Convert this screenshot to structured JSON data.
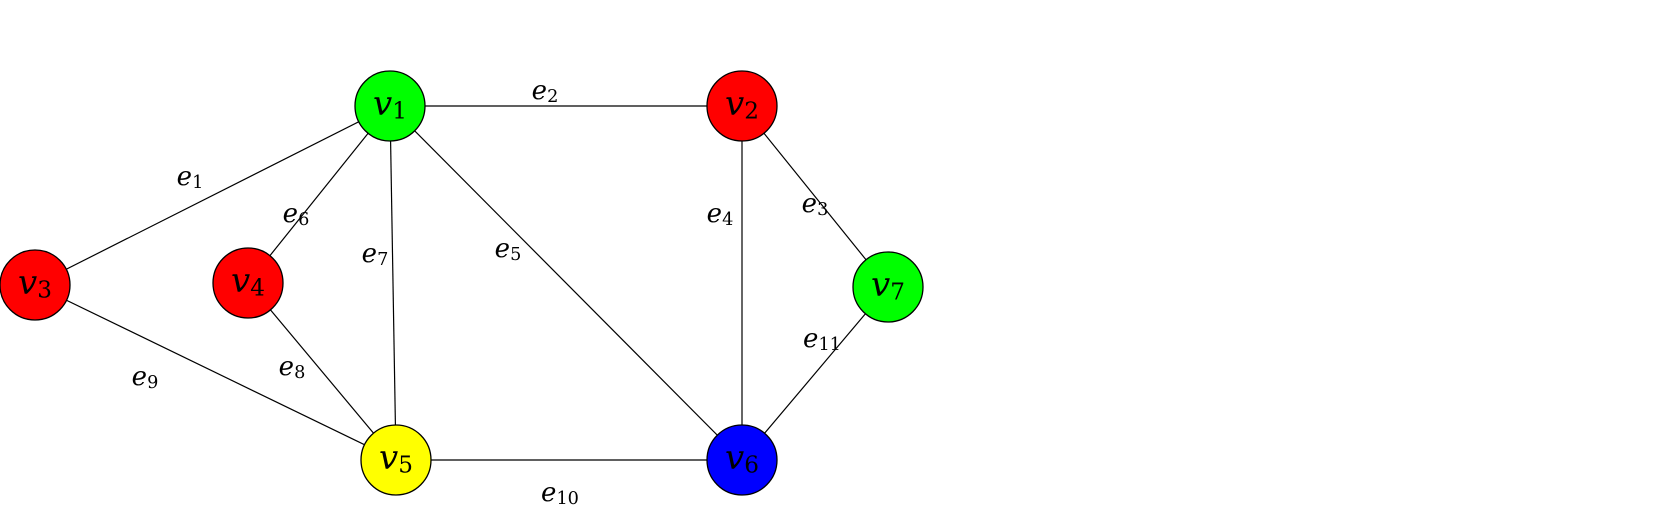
{
  "graph": {
    "nodes": [
      {
        "id": "v1",
        "base": "v",
        "sub": "1",
        "color": "#00ff00",
        "color_name": "green"
      },
      {
        "id": "v2",
        "base": "v",
        "sub": "2",
        "color": "#ff0000",
        "color_name": "red"
      },
      {
        "id": "v3",
        "base": "v",
        "sub": "3",
        "color": "#ff0000",
        "color_name": "red"
      },
      {
        "id": "v4",
        "base": "v",
        "sub": "4",
        "color": "#ff0000",
        "color_name": "red"
      },
      {
        "id": "v5",
        "base": "v",
        "sub": "5",
        "color": "#ffff00",
        "color_name": "yellow"
      },
      {
        "id": "v6",
        "base": "v",
        "sub": "6",
        "color": "#0000ff",
        "color_name": "blue"
      },
      {
        "id": "v7",
        "base": "v",
        "sub": "7",
        "color": "#00ff00",
        "color_name": "green"
      }
    ],
    "edges": [
      {
        "id": "e1",
        "base": "e",
        "sub": "1",
        "from": "v1",
        "to": "v3"
      },
      {
        "id": "e2",
        "base": "e",
        "sub": "2",
        "from": "v1",
        "to": "v2"
      },
      {
        "id": "e3",
        "base": "e",
        "sub": "3",
        "from": "v2",
        "to": "v7"
      },
      {
        "id": "e4",
        "base": "e",
        "sub": "4",
        "from": "v2",
        "to": "v6"
      },
      {
        "id": "e5",
        "base": "e",
        "sub": "5",
        "from": "v1",
        "to": "v6"
      },
      {
        "id": "e6",
        "base": "e",
        "sub": "6",
        "from": "v1",
        "to": "v4"
      },
      {
        "id": "e7",
        "base": "e",
        "sub": "7",
        "from": "v1",
        "to": "v5"
      },
      {
        "id": "e8",
        "base": "e",
        "sub": "8",
        "from": "v4",
        "to": "v5"
      },
      {
        "id": "e9",
        "base": "e",
        "sub": "9",
        "from": "v3",
        "to": "v5"
      },
      {
        "id": "e10",
        "base": "e",
        "sub": "10",
        "from": "v5",
        "to": "v6"
      },
      {
        "id": "e11",
        "base": "e",
        "sub": "11",
        "from": "v6",
        "to": "v7"
      }
    ]
  }
}
